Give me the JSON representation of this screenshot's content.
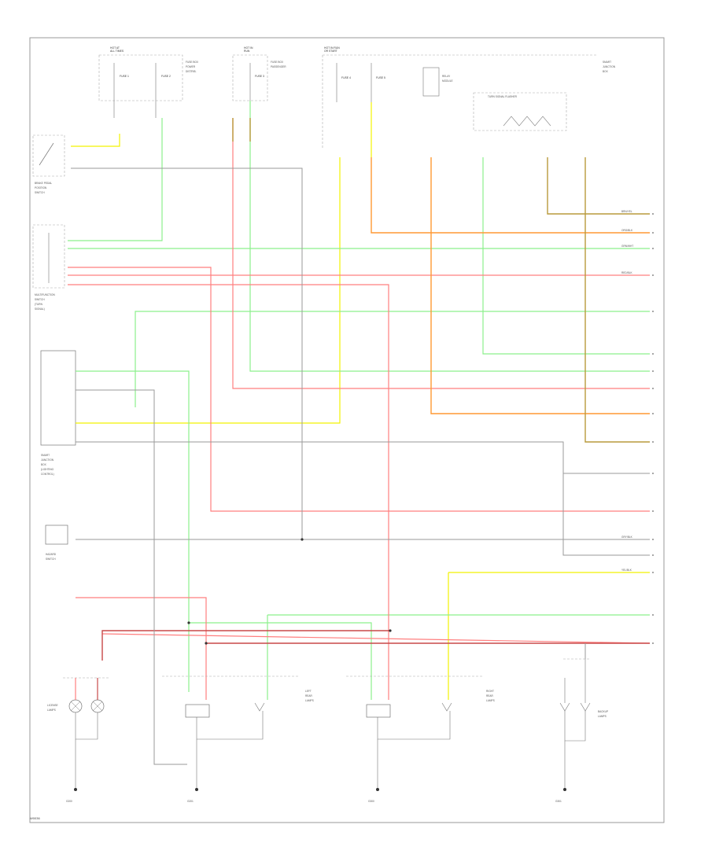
{
  "diagram": {
    "colors": {
      "frame": "#9a9a9a",
      "component": "#8a8a8a",
      "wire_yellow": "#f2f200",
      "wire_green": "#8cf08c",
      "wire_red": "#ff7f7f",
      "wire_orange": "#ff9933",
      "wire_brown_yellow": "#b89a3c",
      "wire_gray": "#9a9a9a",
      "wire_dark_red": "#c84848"
    },
    "fuse_boxes": [
      {
        "title_line1": "HOT AT",
        "title_line2": "ALL TIMES",
        "fuses": [
          "FUSE 1",
          "FUSE 2"
        ]
      },
      {
        "title_line1": "HOT IN",
        "title_line2": "RUN",
        "fuses": [
          "FUSE 3"
        ]
      },
      {
        "title_line1": "HOT IN RUN",
        "title_line2": "OR START",
        "fuses": [
          "FUSE 4",
          "FUSE 5"
        ]
      }
    ],
    "components": [
      {
        "id": "brake-switch",
        "label": [
          "BRAKE PEDAL",
          "POSITION",
          "SWITCH"
        ]
      },
      {
        "id": "multifunction",
        "label": [
          "MULTIFUNCTION",
          "SWITCH",
          "(TURN",
          "SIGNAL)"
        ]
      },
      {
        "id": "lighting-module",
        "label": [
          "SMART",
          "JUNCTION",
          "BOX",
          "(LIGHTING",
          "CONTROL)"
        ]
      },
      {
        "id": "hazard",
        "label": [
          "HAZARD",
          "SWITCH"
        ]
      },
      {
        "id": "license-lamps",
        "label": [
          "LICENSE",
          "LAMPS"
        ]
      },
      {
        "id": "lh-rear-lamps",
        "label": [
          "LEFT",
          "REAR",
          "LAMPS"
        ]
      },
      {
        "id": "rh-rear-lamps",
        "label": [
          "RIGHT",
          "REAR",
          "LAMPS"
        ]
      },
      {
        "id": "backup-lamps",
        "label": [
          "BACKUP",
          "LAMPS"
        ]
      }
    ],
    "grounds": [
      "G200",
      "G201",
      "G300",
      "G301"
    ],
    "wire_codes": [
      "YEL/BLK",
      "GRN/WHT",
      "RED/BLK",
      "ORG/BLK",
      "BRN/YEL",
      "GRY/BLK"
    ],
    "footer_code": "W0036"
  }
}
